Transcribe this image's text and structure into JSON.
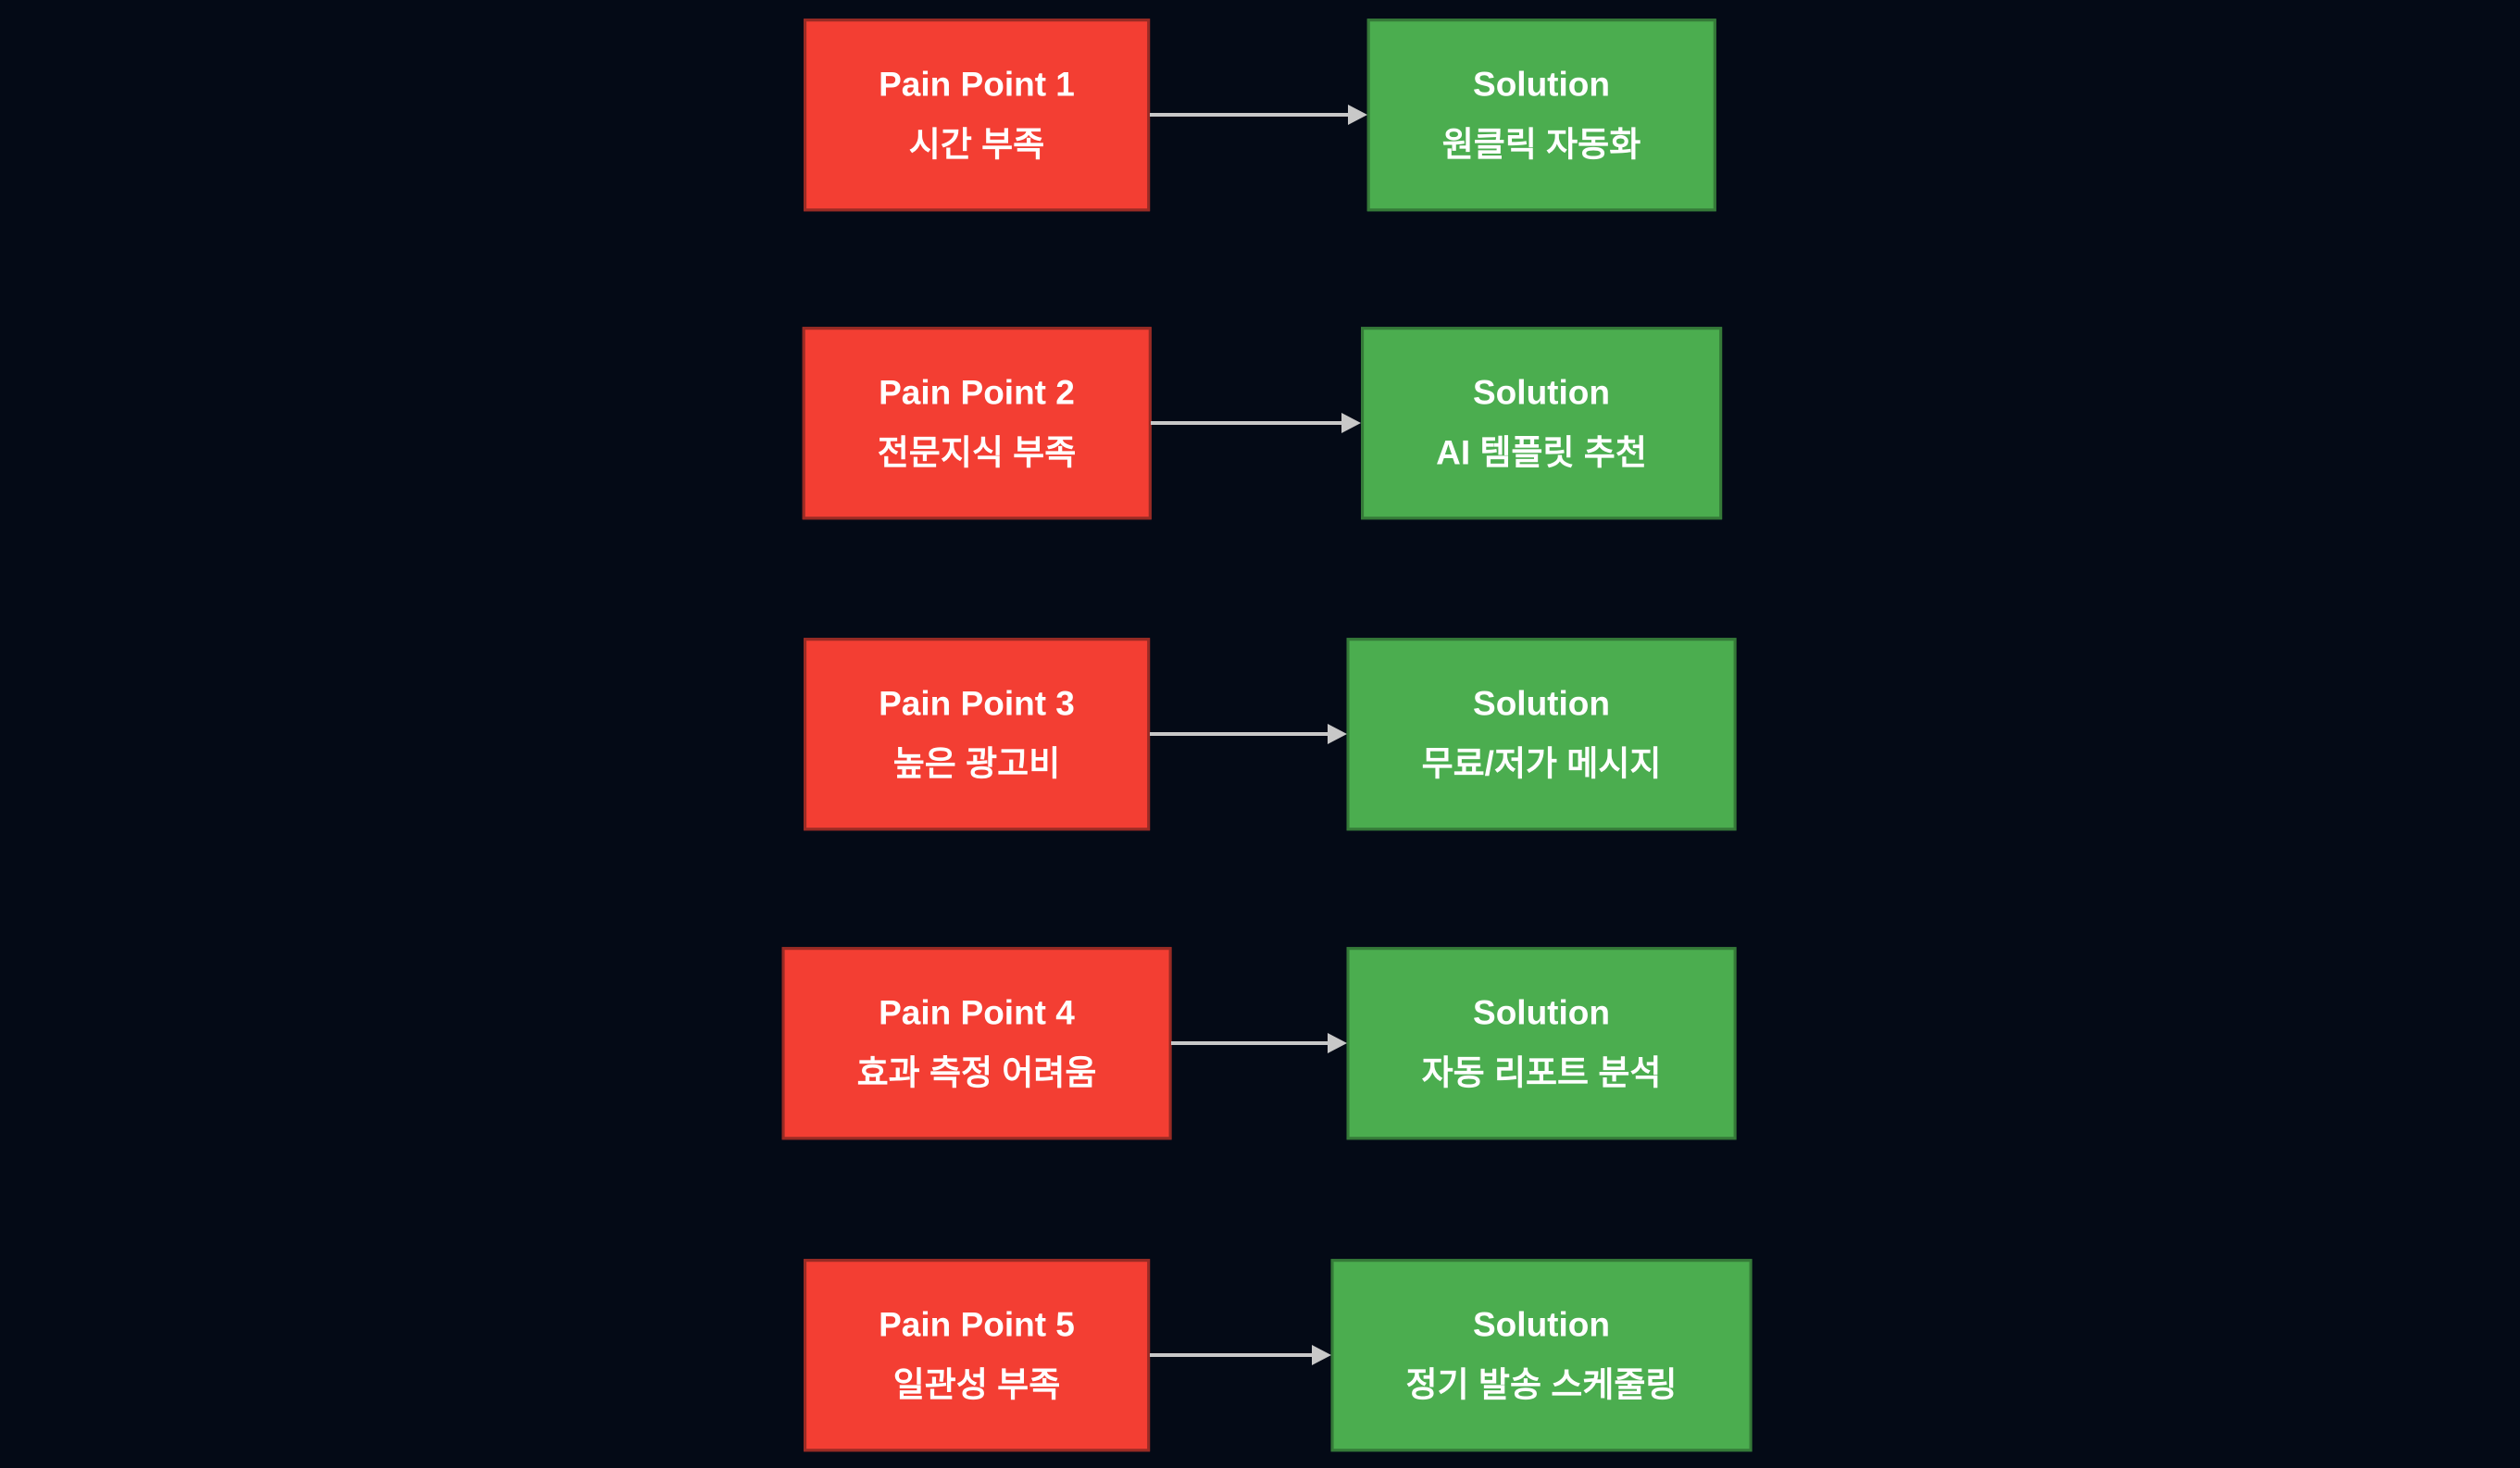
{
  "diagram": {
    "background": "#040a16",
    "text_color": "#ffffff",
    "pain_box_color": "#f33e33",
    "pain_box_border": "#992b24",
    "solution_box_color": "#4bad4f",
    "solution_box_border": "#357a38",
    "arrow_color": "#c8c8c8"
  },
  "rows": [
    {
      "pain": {
        "title": "Pain Point 1",
        "subtitle": "시간 부족"
      },
      "solution": {
        "title": "Solution",
        "subtitle": "원클릭 자동화"
      }
    },
    {
      "pain": {
        "title": "Pain Point 2",
        "subtitle": "전문지식 부족"
      },
      "solution": {
        "title": "Solution",
        "subtitle": "AI 템플릿 추천"
      }
    },
    {
      "pain": {
        "title": "Pain Point 3",
        "subtitle": "높은 광고비"
      },
      "solution": {
        "title": "Solution",
        "subtitle": "무료/저가 메시지"
      }
    },
    {
      "pain": {
        "title": "Pain Point 4",
        "subtitle": "효과 측정 어려움"
      },
      "solution": {
        "title": "Solution",
        "subtitle": "자동 리포트 분석"
      }
    },
    {
      "pain": {
        "title": "Pain Point 5",
        "subtitle": "일관성 부족"
      },
      "solution": {
        "title": "Solution",
        "subtitle": "정기 발송 스케줄링"
      }
    }
  ]
}
